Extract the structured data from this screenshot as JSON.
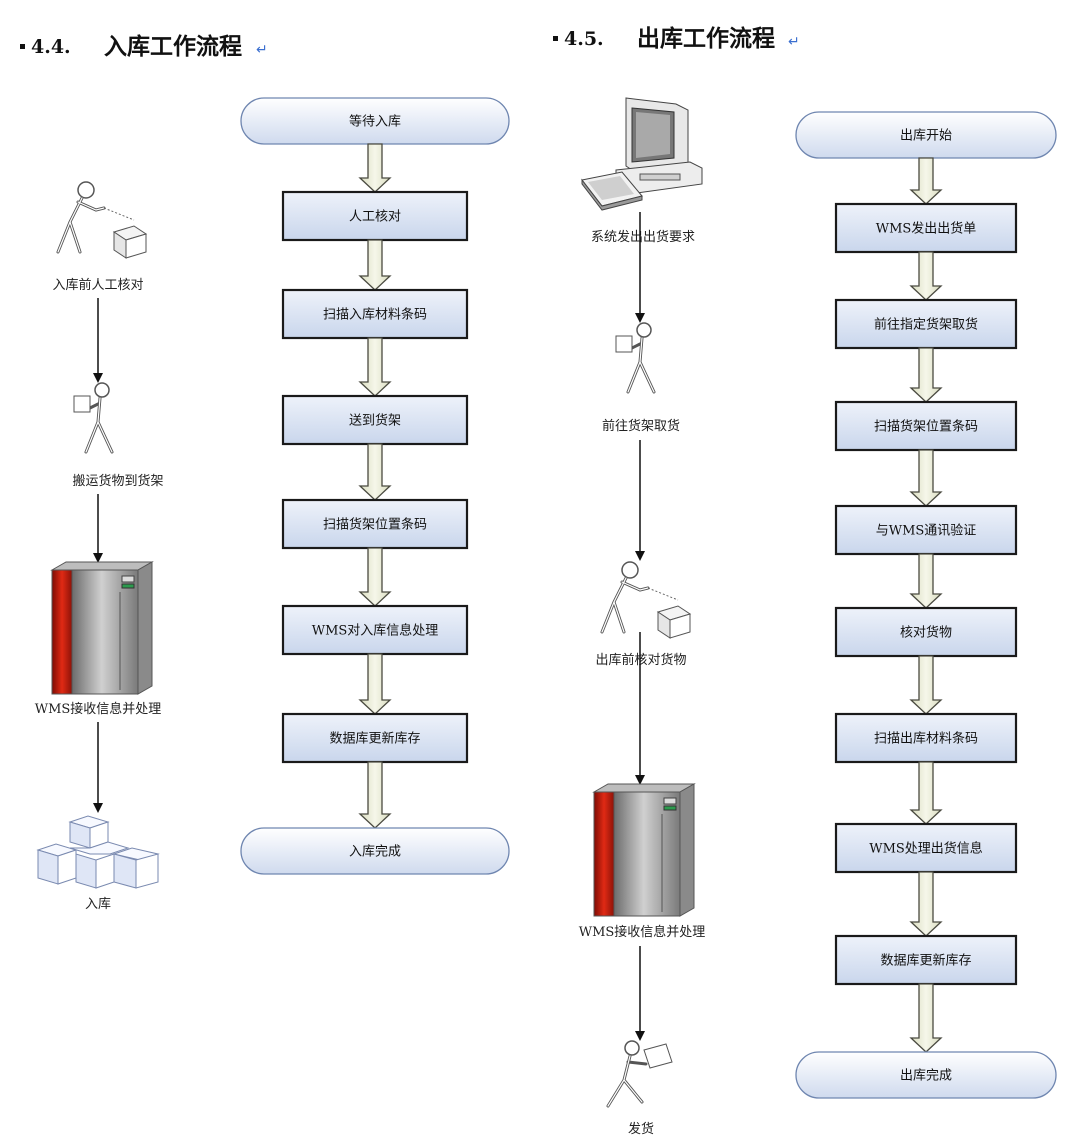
{
  "inbound": {
    "heading_num": "4.4.",
    "heading": "入库工作流程",
    "actors": [
      "入库前人工核对",
      "搬运货物到货架",
      "WMS接收信息并处理",
      "入库"
    ],
    "start": "等待入库",
    "steps": [
      "人工核对",
      "扫描入库材料条码",
      "送到货架",
      "扫描货架位置条码",
      "WMS对入库信息处理",
      "数据库更新库存"
    ],
    "end": "入库完成"
  },
  "outbound": {
    "heading_num": "4.5.",
    "heading": "出库工作流程",
    "actors": [
      "系统发出出货要求",
      "前往货架取货",
      "出库前核对货物",
      "WMS接收信息并处理",
      "发货"
    ],
    "start": "出库开始",
    "steps": [
      "WMS发出出货单",
      "前往指定货架取货",
      "扫描货架位置条码",
      "与WMS通讯验证",
      "核对货物",
      "扫描出库材料条码",
      "WMS处理出货信息",
      "数据库更新库存"
    ],
    "end": "出库完成"
  },
  "colors": {
    "box_fill": "#dbe4f3",
    "box_stroke": "#1a1a1a",
    "terminal_fill": "#e4eaf5",
    "terminal_stroke": "#6f86b0",
    "arrow_fill": "#e8ecd4",
    "arrow_stroke": "#4a4a40",
    "server_red": "#c0180c",
    "server_gray": "#9a9a9a"
  }
}
